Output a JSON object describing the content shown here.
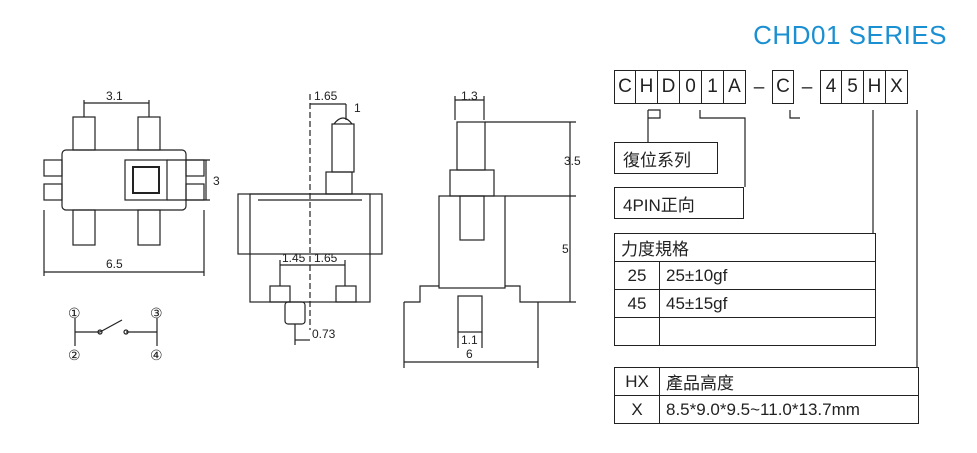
{
  "title": "CHD01  SERIES",
  "accent_color": "#1a8fd2",
  "part_number": {
    "groups": [
      [
        "C",
        "H",
        "D",
        "0",
        "1",
        "A"
      ],
      [
        "C"
      ],
      [
        "4",
        "5",
        "H",
        "X"
      ]
    ],
    "separator": "–"
  },
  "legend": {
    "reset_label": "復位系列",
    "pin_label": "4PIN正向"
  },
  "force_table": {
    "header": "力度規格",
    "rows": [
      {
        "code": "25",
        "value": "25±10gf"
      },
      {
        "code": "45",
        "value": "45±15gf"
      },
      {
        "code": "",
        "value": ""
      }
    ]
  },
  "height_table": {
    "code": "HX",
    "header": "產品高度",
    "row_code": "X",
    "row_value": "8.5*9.0*9.5~11.0*13.7mm"
  },
  "dimensions": {
    "top_view_pin_pitch": "3.1",
    "top_view_height": "3",
    "top_view_width": "6.5",
    "front_actuator_width": "1.65",
    "front_actuator_tip": "1",
    "front_pin_left": "1.45",
    "front_pin_right": "1.65",
    "front_pin_offset": "0.73",
    "side_actuator_width": "1.3",
    "side_actuator_height": "3.5",
    "side_body_height": "5",
    "side_post_width": "1.1",
    "side_width": "6"
  },
  "schematic_pins": [
    "①",
    "②",
    "③",
    "④"
  ]
}
